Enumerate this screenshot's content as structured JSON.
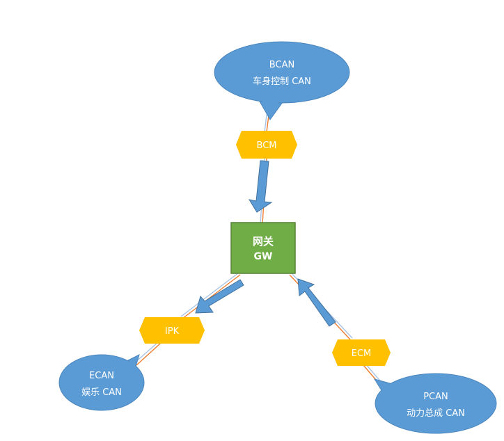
{
  "colors": {
    "bubble_fill": "#5b9bd5",
    "bubble_stroke": "#4a86bd",
    "hex_fill": "#ffc000",
    "gateway_fill": "#70ad47",
    "gateway_stroke": "#548235",
    "arrow_fill": "#5b9bd5",
    "arrow_stroke": "#41719c",
    "wire_a": "#ed7d31",
    "wire_b": "#a9c4e6",
    "text": "#ffffff"
  },
  "gateway": {
    "line1": "网关",
    "line2": "GW"
  },
  "nodes": {
    "bcm": "BCM",
    "ipk": "IPK",
    "ecm": "ECM"
  },
  "buses": {
    "bcan": {
      "line1": "BCAN",
      "line2": "车身控制 CAN"
    },
    "ecan": {
      "line1": "ECAN",
      "line2": "娱乐 CAN"
    },
    "pcan": {
      "line1": "PCAN",
      "line2": "动力总成 CAN"
    }
  }
}
